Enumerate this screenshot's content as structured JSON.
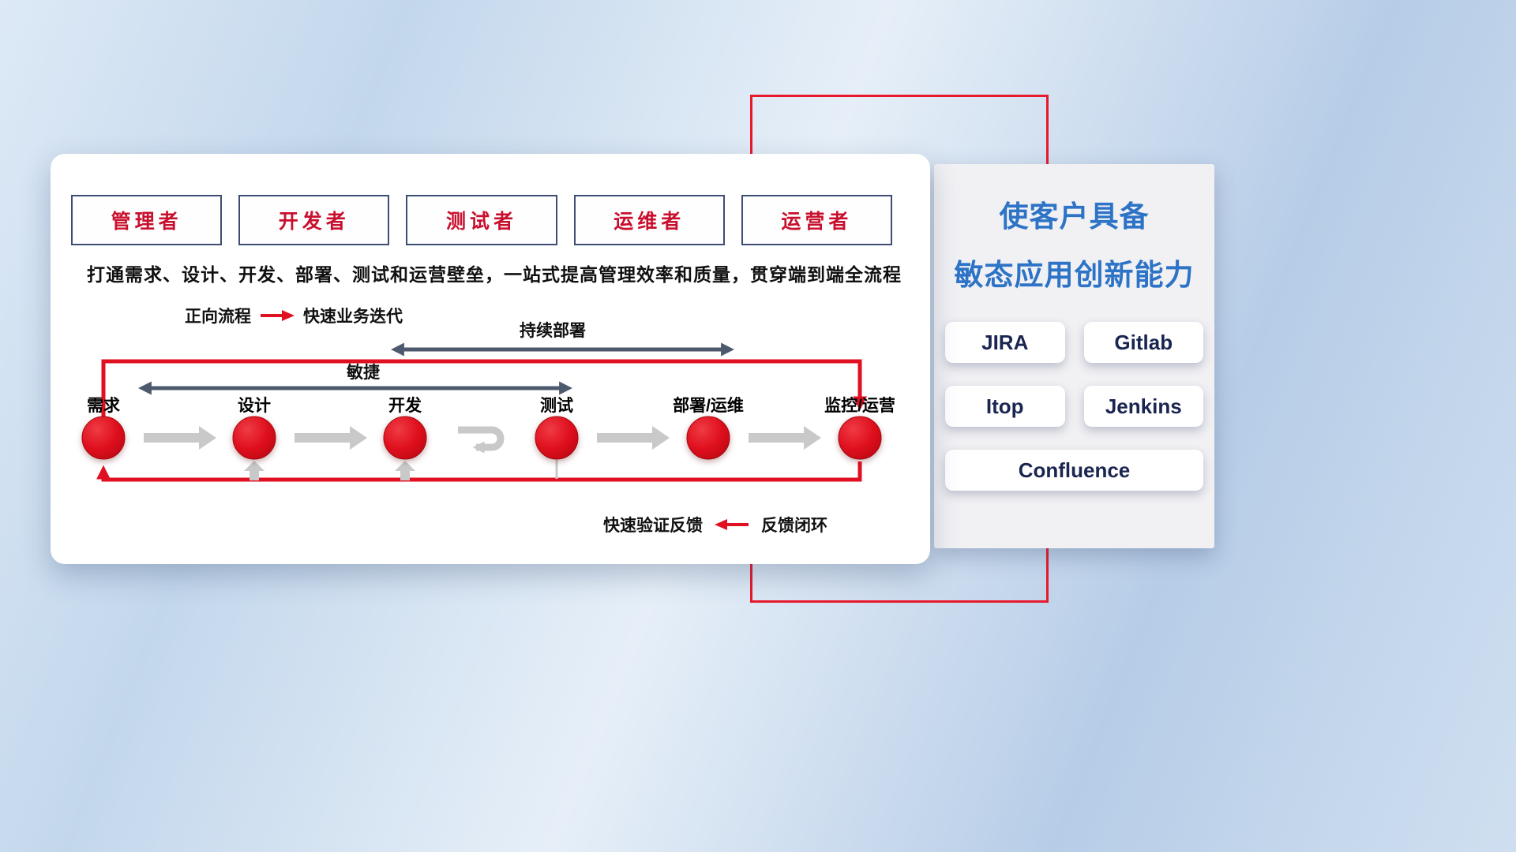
{
  "roles": [
    "管理者",
    "开发者",
    "测试者",
    "运维者",
    "运营者"
  ],
  "description": "打通需求、设计、开发、部署、测试和运营壁垒，一站式提高管理效率和质量，贯穿端到端全流程",
  "legend_forward": {
    "label": "正向流程",
    "text": "快速业务迭代"
  },
  "flow_arrows": {
    "deploy": "持续部署",
    "agile": "敏捷"
  },
  "stages": [
    "需求",
    "设计",
    "开发",
    "测试",
    "部署/运维",
    "监控/运营"
  ],
  "legend_feedback": {
    "text": "快速验证反馈",
    "label": "反馈闭环"
  },
  "right_panel": {
    "title_line1": "使客户具备",
    "title_line2": "敏态应用创新能力",
    "tools": [
      "JIRA",
      "Gitlab",
      "Itop",
      "Jenkins",
      "Confluence"
    ]
  },
  "icons": {
    "forward_arrow": "arrow-right",
    "feedback_arrow": "arrow-left",
    "stage_node": "red-circle",
    "iteration_loop": "loop-arrow"
  },
  "colors": {
    "red": "#e01022",
    "frame_red": "#e8192c",
    "role_text_red": "#c8102e",
    "navy_border": "#3e4d75",
    "arrow_dark": "#4d5a6e",
    "arrow_gray": "#c9c9c9",
    "title_blue": "#2d73c6",
    "tool_text": "#1a2550"
  }
}
